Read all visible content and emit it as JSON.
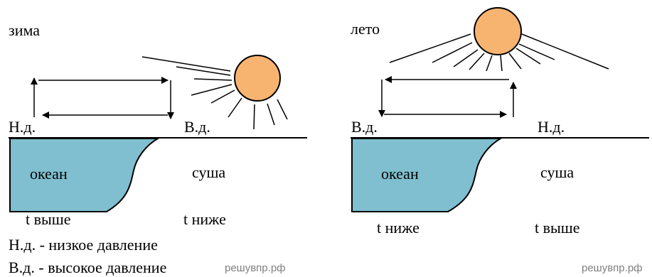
{
  "winter": {
    "season": "зима",
    "left_pressure": "Н.д.",
    "right_pressure": "В.д.",
    "ocean": "океан",
    "land": "суша",
    "ocean_temp": "t выше",
    "land_temp": "t ниже"
  },
  "summer": {
    "season": "лето",
    "left_pressure": "В.д.",
    "right_pressure": "Н.д.",
    "ocean": "океан",
    "land": "суша",
    "ocean_temp": "t ниже",
    "land_temp": "t выше"
  },
  "legend": {
    "low": "Н.д. - низкое давление",
    "high": "В.д. - высокое давление"
  },
  "watermark": "решувпр.рф",
  "colors": {
    "ocean": "#7fbfcf",
    "sun": "#f7b471",
    "stroke": "#000000"
  }
}
